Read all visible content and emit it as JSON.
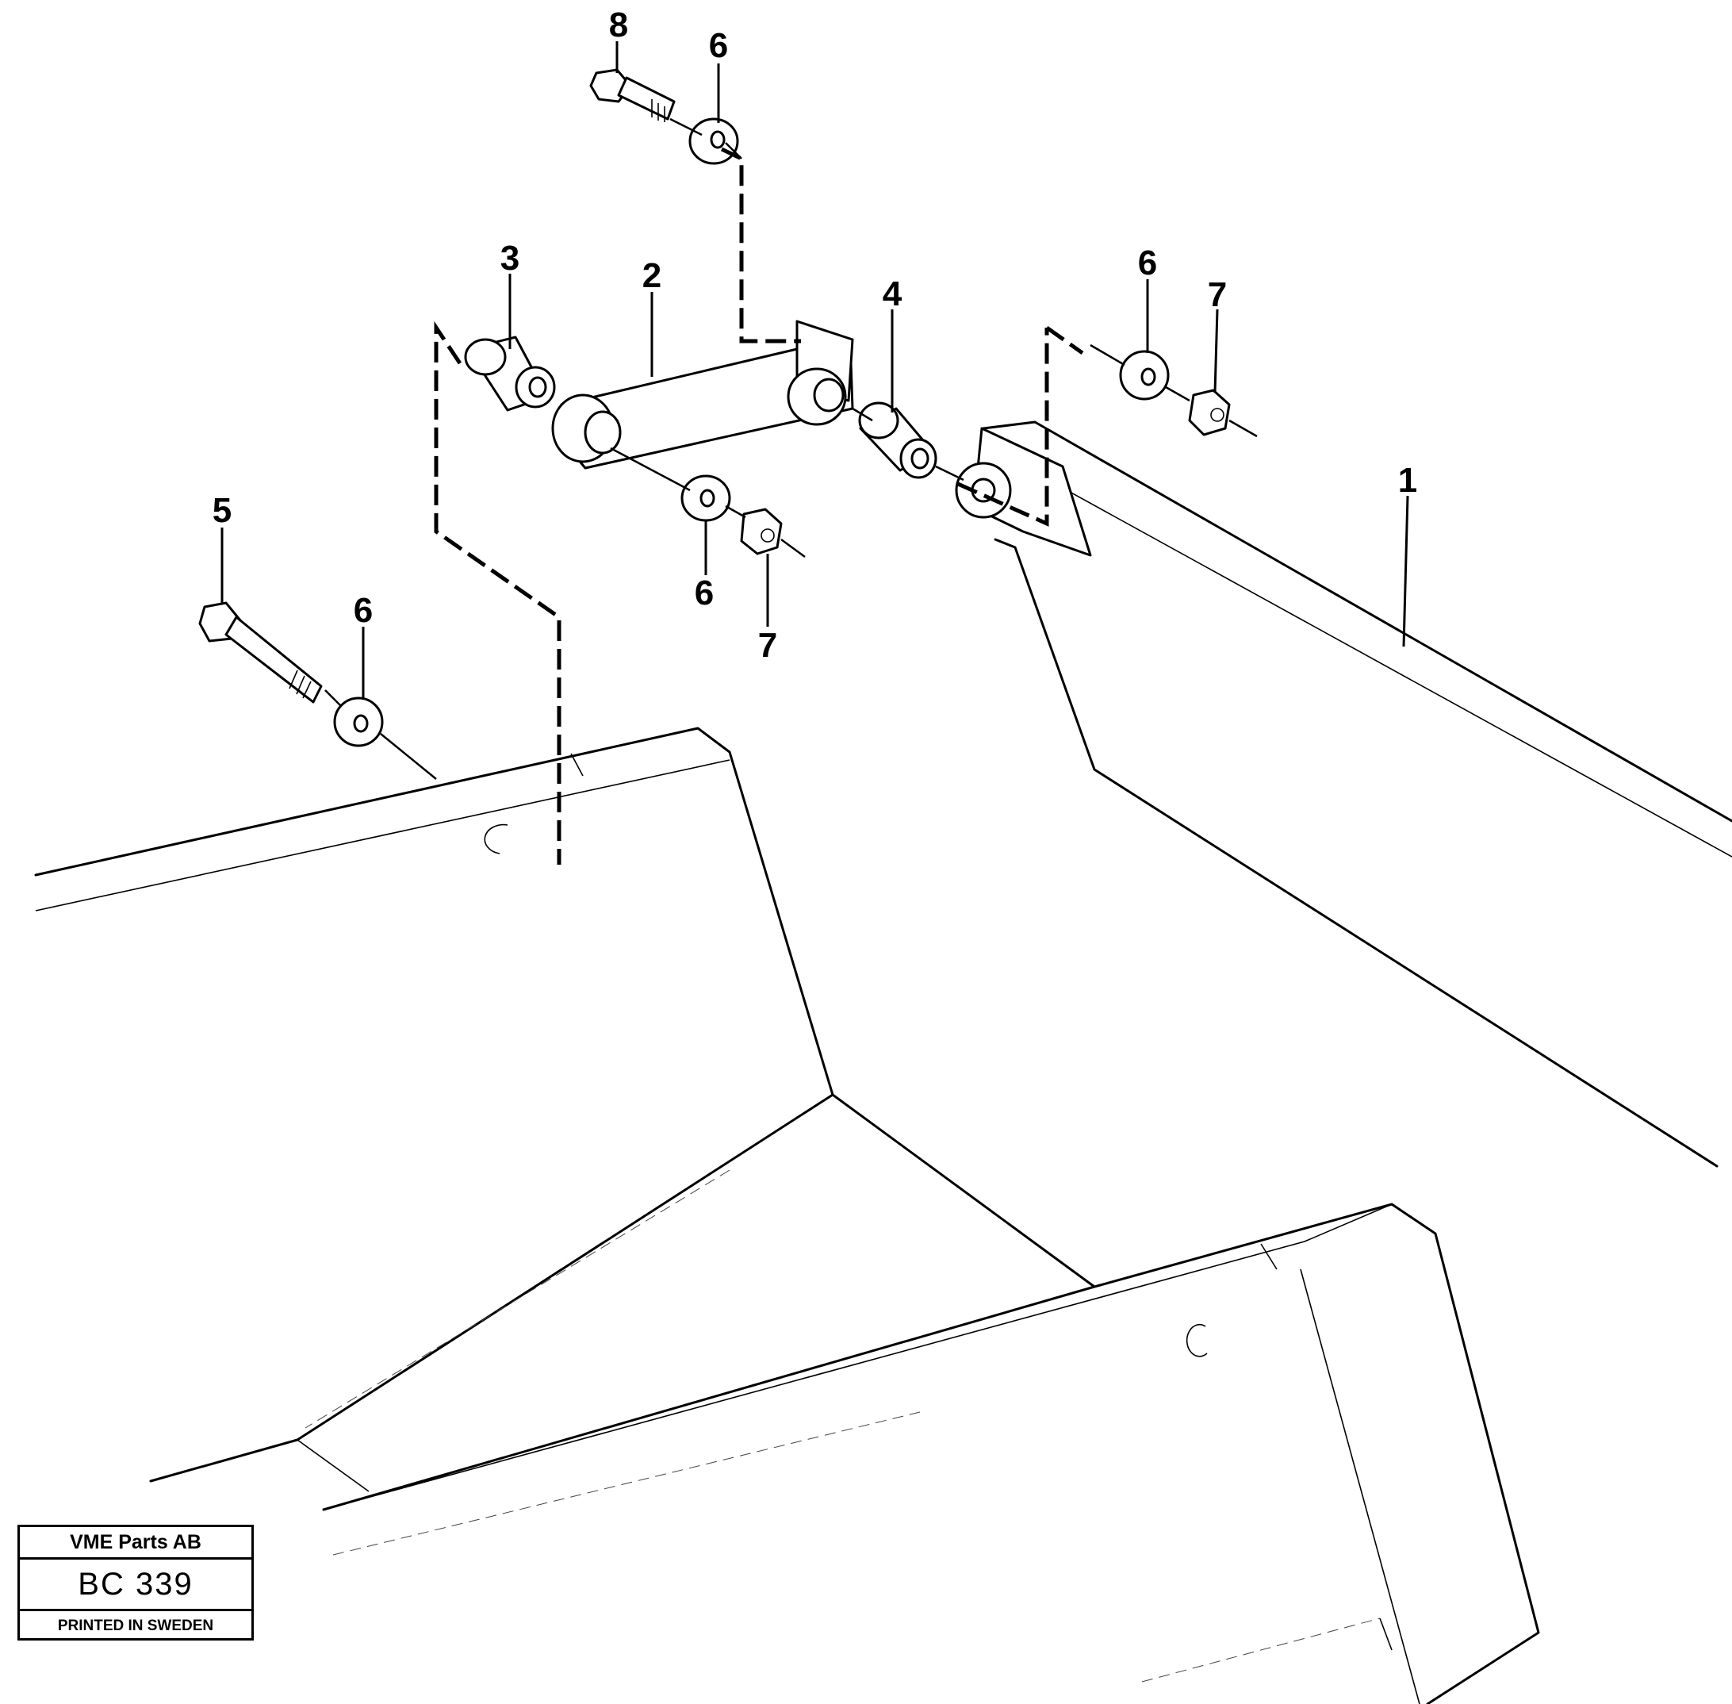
{
  "callouts": [
    {
      "label": "8"
    },
    {
      "label": "6"
    },
    {
      "label": "3"
    },
    {
      "label": "2"
    },
    {
      "label": "4"
    },
    {
      "label": "6"
    },
    {
      "label": "7"
    },
    {
      "label": "1"
    },
    {
      "label": "5"
    },
    {
      "label": "6"
    },
    {
      "label": "6"
    },
    {
      "label": "7"
    }
  ],
  "stamp": {
    "company": "VME Parts AB",
    "code": "BC 339",
    "printed": "PRINTED IN SWEDEN"
  }
}
